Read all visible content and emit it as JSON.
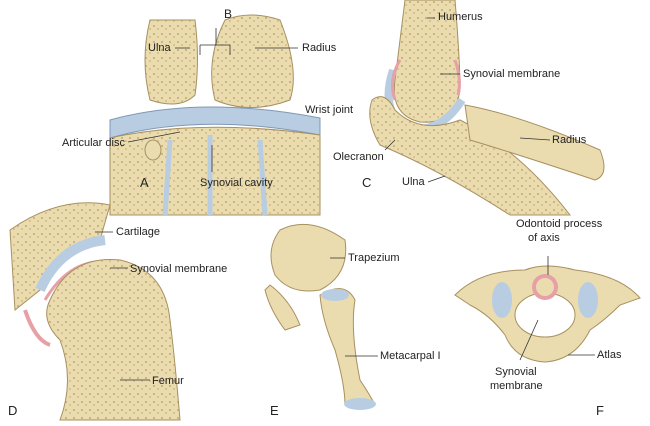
{
  "colors": {
    "bone": "#eadcaf",
    "bone_dark": "#cdb77c",
    "cartilage": "#b8cde2",
    "synovial": "#e6a0a6",
    "line": "#333333"
  },
  "panels": {
    "A": {
      "letter": "A",
      "labels": {
        "b": "B",
        "ulna": "Ulna",
        "radius": "Radius",
        "wrist": "Wrist joint",
        "disc": "Articular disc",
        "cavity": "Synovial cavity"
      }
    },
    "C": {
      "letter": "C",
      "labels": {
        "humerus": "Humerus",
        "synovial": "Synovial membrane",
        "radius": "Radius",
        "olecranon": "Olecranon",
        "ulna": "Ulna"
      }
    },
    "D": {
      "letter": "D",
      "labels": {
        "cartilage": "Cartilage",
        "synovial": "Synovial membrane",
        "femur": "Femur"
      }
    },
    "E": {
      "letter": "E",
      "labels": {
        "trapezium": "Trapezium",
        "metacarpal": "Metacarpal I"
      }
    },
    "F": {
      "letter": "F",
      "labels": {
        "odontoid1": "Odontoid process",
        "odontoid2": "of axis",
        "atlas": "Atlas",
        "synovial1": "Synovial",
        "synovial2": "membrane"
      }
    }
  }
}
